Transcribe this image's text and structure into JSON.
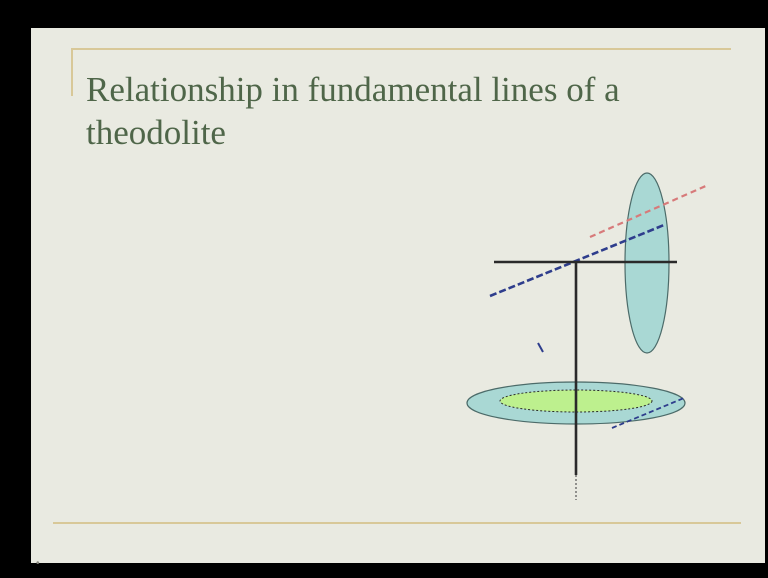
{
  "slide": {
    "title": "Relationship in fundamental lines of a theodolite"
  },
  "colors": {
    "background": "#e9eae1",
    "title_text": "#4f6649",
    "accent_rule": "#d8c898",
    "vertical_circle_fill": "#a9d8d4",
    "horizontal_plate_fill": "#a9d8d4",
    "inner_plate_fill": "#bdf08e",
    "line_of_sight": "#2e3d8c",
    "offset_line": "#d77a7a",
    "axis_line": "#2a2a2a"
  },
  "diagram": {
    "elements": [
      "vertical-circle",
      "trunnion-axis",
      "vertical-axis",
      "line-of-sight",
      "line-of-collimation-offset",
      "horizontal-plate",
      "level-tube"
    ]
  }
}
